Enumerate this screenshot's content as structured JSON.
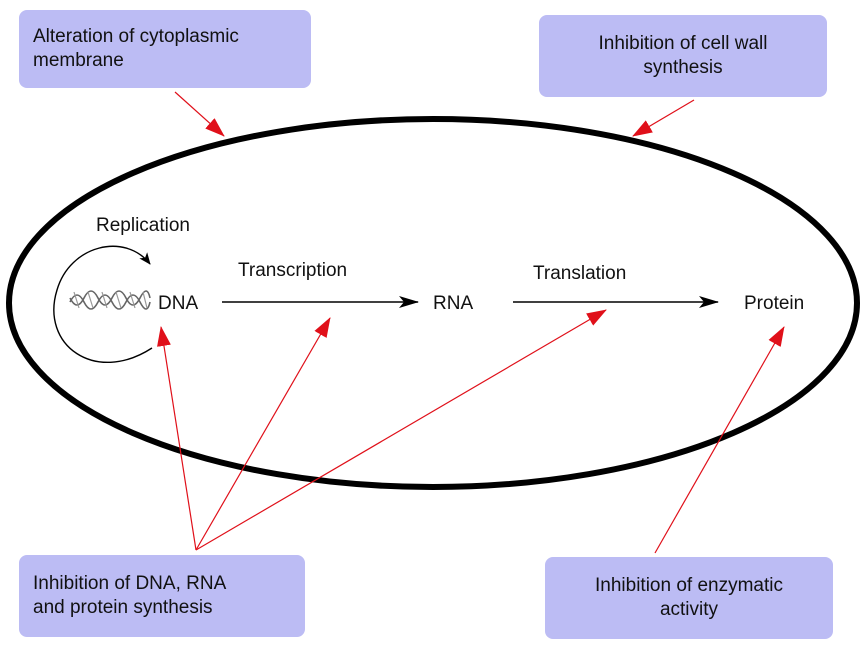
{
  "boxes": {
    "membrane": "Alteration of cytoplasmic\nmembrane",
    "cell_wall": "Inhibition of cell wall\nsynthesis",
    "dna_rna_protein": "Inhibition of DNA, RNA\nand protein synthesis",
    "enzymatic": "Inhibition of enzymatic\nactivity"
  },
  "labels": {
    "replication": "Replication",
    "transcription": "Transcription",
    "translation": "Translation",
    "dna": "DNA",
    "rna": "RNA",
    "protein": "Protein"
  },
  "colors": {
    "box_fill": "#bcbcf4",
    "inhibition_arrow": "#e0101a",
    "flow_arrow": "#000000"
  },
  "icons": [
    "dna-helix-icon"
  ]
}
